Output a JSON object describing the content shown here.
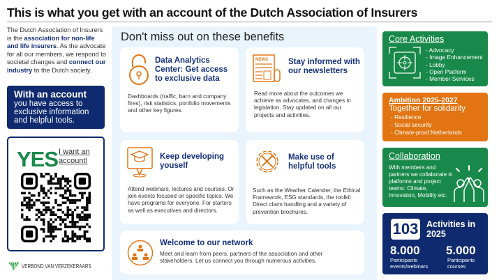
{
  "title": "This is what you get with an account of the Dutch Association of Insurers",
  "intro": {
    "t1": "The Dutch Association of Insurers is the ",
    "b1": "association for non-life and life insurers",
    "t2": ". As the advocate for all our members, we respond to societal changes and ",
    "b2": "connect our industry",
    "t3": " to the Dutch society."
  },
  "account": {
    "heading": "With an account",
    "text": "you have access to exclusive information and helpful tools."
  },
  "qr": {
    "yes": "YES",
    "link": "I want an account!"
  },
  "logo": "VERBOND VAN VERZEKERAARS",
  "benefits": {
    "heading": "Don't miss out on these benefits",
    "cards": [
      {
        "title": "Data Analytics Center: Get access to exclusive data",
        "body": "Dashboards (traffic, barn and company fires), risk statistics, portfolio movements and other key figures."
      },
      {
        "title": "Stay informed with our newsletters",
        "body": "Read more about the outcomes we achieve as advocates, and changes in legislation. Stay updated on all our projects and activities.",
        "icon_label": "NEWS"
      },
      {
        "title": "Keep developing youself",
        "body": "Attend webinars, lectures and courses. Or join events focused on specific topics. We have programs for everyone. For starters as well as executives and directors."
      },
      {
        "title": "Make use of helpful tools",
        "body": "Such as the Weather Calender, the Ethical Framework, ESG standards, the toolkit Direct claim handling and a variety of prevention brochures."
      },
      {
        "title": "Welcome to our network",
        "body": "Meet and learn from peers, partners of the association and other stakeholders. Let us connect you through numerous activities."
      }
    ]
  },
  "core": {
    "title": "Core Activities",
    "items": [
      "- Advocacy",
      "- Image Enhancement",
      "- Lobby",
      "- Open Platform",
      "- Member Services"
    ]
  },
  "ambition": {
    "title": "Ambition 2025-2027",
    "subtitle": "Together for solidarity",
    "items": [
      "- Resilience",
      "- Social security",
      "- Climate-proof Netherlands"
    ]
  },
  "collab": {
    "title": "Collaboration",
    "text": "With members and partners we collaborate in platforms and project teams: Climate, Innovation, Mobility etc."
  },
  "stats": {
    "count": "103",
    "count_label": "Activities in 2025",
    "s1": "8.000",
    "s1_label": "Participants events/webinars",
    "s2": "5.000",
    "s2_label": "Participants courses"
  },
  "colors": {
    "navy": "#0f2a6e",
    "green": "#18894a",
    "orange": "#e27512",
    "panel": "#eaf4fd"
  }
}
